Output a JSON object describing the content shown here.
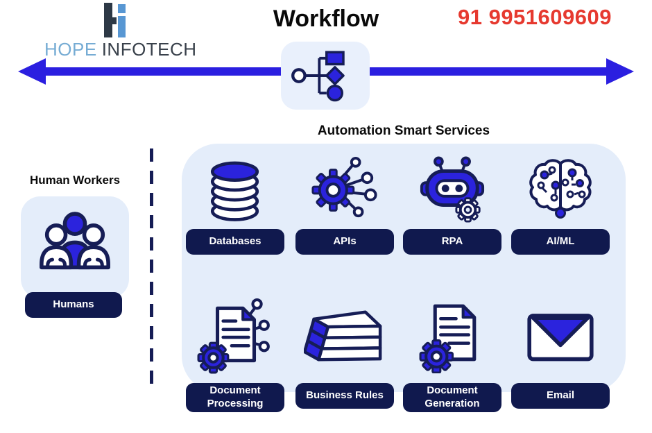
{
  "header": {
    "logo": {
      "name_primary": "HOPE",
      "name_secondary": "INFOTECH"
    },
    "title": "Workflow",
    "phone": "91 9951609609"
  },
  "services_panel": {
    "title": "Automation Smart Services"
  },
  "human_panel": {
    "title": "Human Workers",
    "label": "Humans"
  },
  "services": [
    {
      "label": "Databases",
      "icon": "database-icon"
    },
    {
      "label": "APIs",
      "icon": "api-gear-icon"
    },
    {
      "label": "RPA",
      "icon": "robot-icon"
    },
    {
      "label": "AI/ML",
      "icon": "brain-circuit-icon"
    },
    {
      "label": "Document Processing",
      "icon": "document-processing-icon"
    },
    {
      "label": "Business Rules",
      "icon": "books-icon"
    },
    {
      "label": "Document Generation",
      "icon": "document-generation-icon"
    },
    {
      "label": "Email",
      "icon": "envelope-icon"
    }
  ],
  "colors": {
    "accent_blue": "#2B23DD",
    "arrow_blue": "#2B1FE0",
    "outline_navy": "#161D56",
    "pill_navy": "#10194E",
    "panel_light_blue": "#E4EDFA",
    "phone_red": "#E6392F",
    "logo_light_blue": "#76ACD4",
    "logo_dark": "#39414B"
  }
}
